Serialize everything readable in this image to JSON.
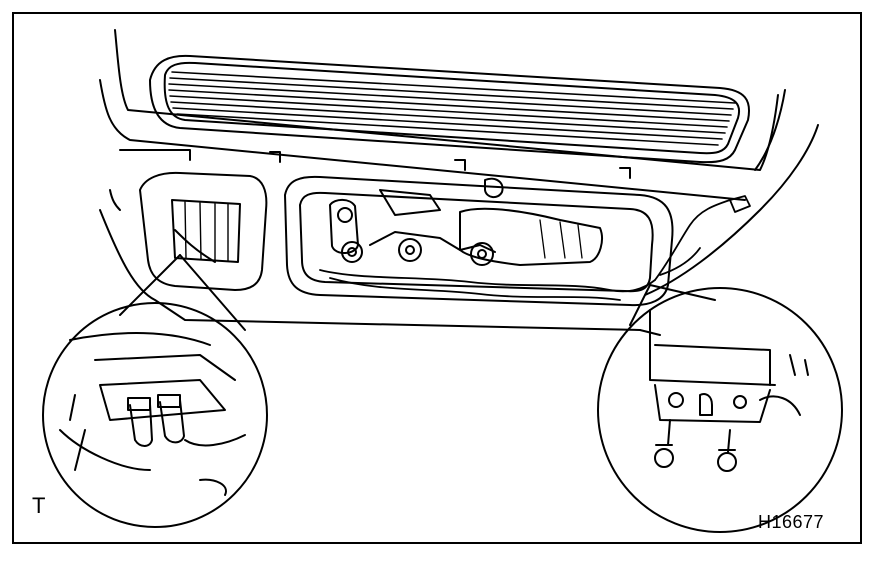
{
  "figure": {
    "corner_label": "T",
    "figure_id": "H16677"
  },
  "colors": {
    "line": "#000000",
    "background": "#ffffff"
  },
  "parts": [
    "back-door-glass",
    "back-door-panel",
    "service-hole-left",
    "service-hole-center",
    "wiper-motor-assembly",
    "wire-harness",
    "detail-circle-left-connectors",
    "detail-circle-right-bolts"
  ]
}
